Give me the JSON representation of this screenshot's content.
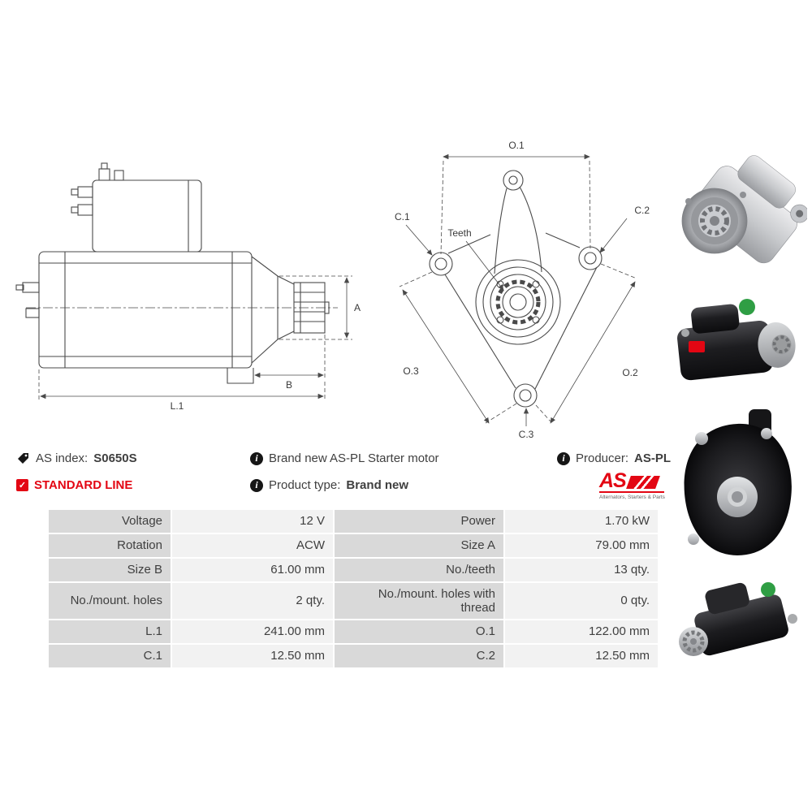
{
  "info": {
    "as_index": {
      "label": "AS index:",
      "value": "S0650S"
    },
    "standard_line": "STANDARD LINE",
    "brand_new": "Brand new AS-PL Starter motor",
    "product_type": {
      "label": "Product type:",
      "value": "Brand new"
    },
    "producer": {
      "label": "Producer:",
      "value": "AS-PL"
    }
  },
  "logo": {
    "text": "AS",
    "tagline": "Alternators, Starters & Parts"
  },
  "diagrams": {
    "side_view": {
      "dim_a": "A",
      "dim_b": "B",
      "dim_l1": "L.1"
    },
    "front_view": {
      "dim_o1": "O.1",
      "dim_o2": "O.2",
      "dim_o3": "O.3",
      "dim_c1": "C.1",
      "dim_c2": "C.2",
      "dim_c3": "C.3",
      "teeth": "Teeth"
    }
  },
  "spec_table": {
    "rows": [
      {
        "label_left": "Voltage",
        "value_left": "12 V",
        "label_right": "Power",
        "value_right": "1.70 kW"
      },
      {
        "label_left": "Rotation",
        "value_left": "ACW",
        "label_right": "Size A",
        "value_right": "79.00 mm"
      },
      {
        "label_left": "Size B",
        "value_left": "61.00 mm",
        "label_right": "No./teeth",
        "value_right": "13 qty."
      },
      {
        "label_left": "No./mount. holes",
        "value_left": "2 qty.",
        "label_right": "No./mount. holes with thread",
        "value_right": "0 qty."
      },
      {
        "label_left": "L.1",
        "value_left": "241.00 mm",
        "label_right": "O.1",
        "value_right": "122.00 mm"
      },
      {
        "label_left": "C.1",
        "value_left": "12.50 mm",
        "label_right": "C.2",
        "value_right": "12.50 mm"
      }
    ]
  },
  "colors": {
    "accent_red": "#e30613",
    "table_label_bg": "#d9d9d9",
    "table_value_bg": "#f2f2f2",
    "text": "#3f3f3f",
    "drawing_line": "#4a4a4a"
  }
}
